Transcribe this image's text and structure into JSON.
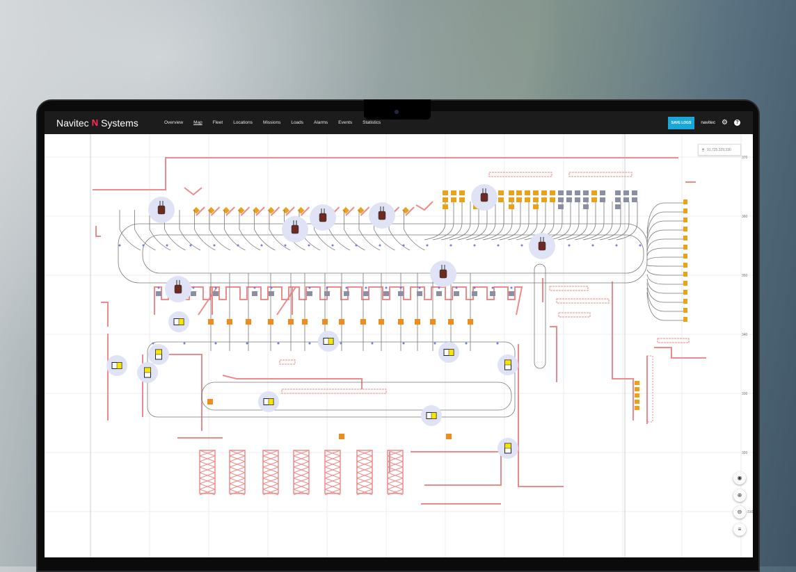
{
  "brand": {
    "left": "Navitec",
    "mark": "N",
    "right": "Systems"
  },
  "nav": {
    "items": [
      "Overview",
      "Map",
      "Fleet",
      "Locations",
      "Missions",
      "Loads",
      "Alarms",
      "Events",
      "Statistics"
    ],
    "active": "Map"
  },
  "header": {
    "save_logs": "SAVE LOGS",
    "user": "navitec",
    "gear_icon": "⚙",
    "help_icon": "?"
  },
  "map": {
    "coordinates": "91,725,329,330",
    "y_axis": [
      "370",
      "360",
      "350",
      "340",
      "330",
      "320",
      "310"
    ],
    "controls": {
      "locate": "◉",
      "zoom_in": "⊕",
      "zoom_out": "⊖",
      "menu": "≡"
    },
    "colors": {
      "wall": "#f08a8a",
      "vehicle_halo": "#dfe3f5",
      "station_orange": "#e9a31b",
      "station_gray": "#8b8fa3",
      "path": "#777777",
      "node": "#6f7fe0"
    }
  }
}
